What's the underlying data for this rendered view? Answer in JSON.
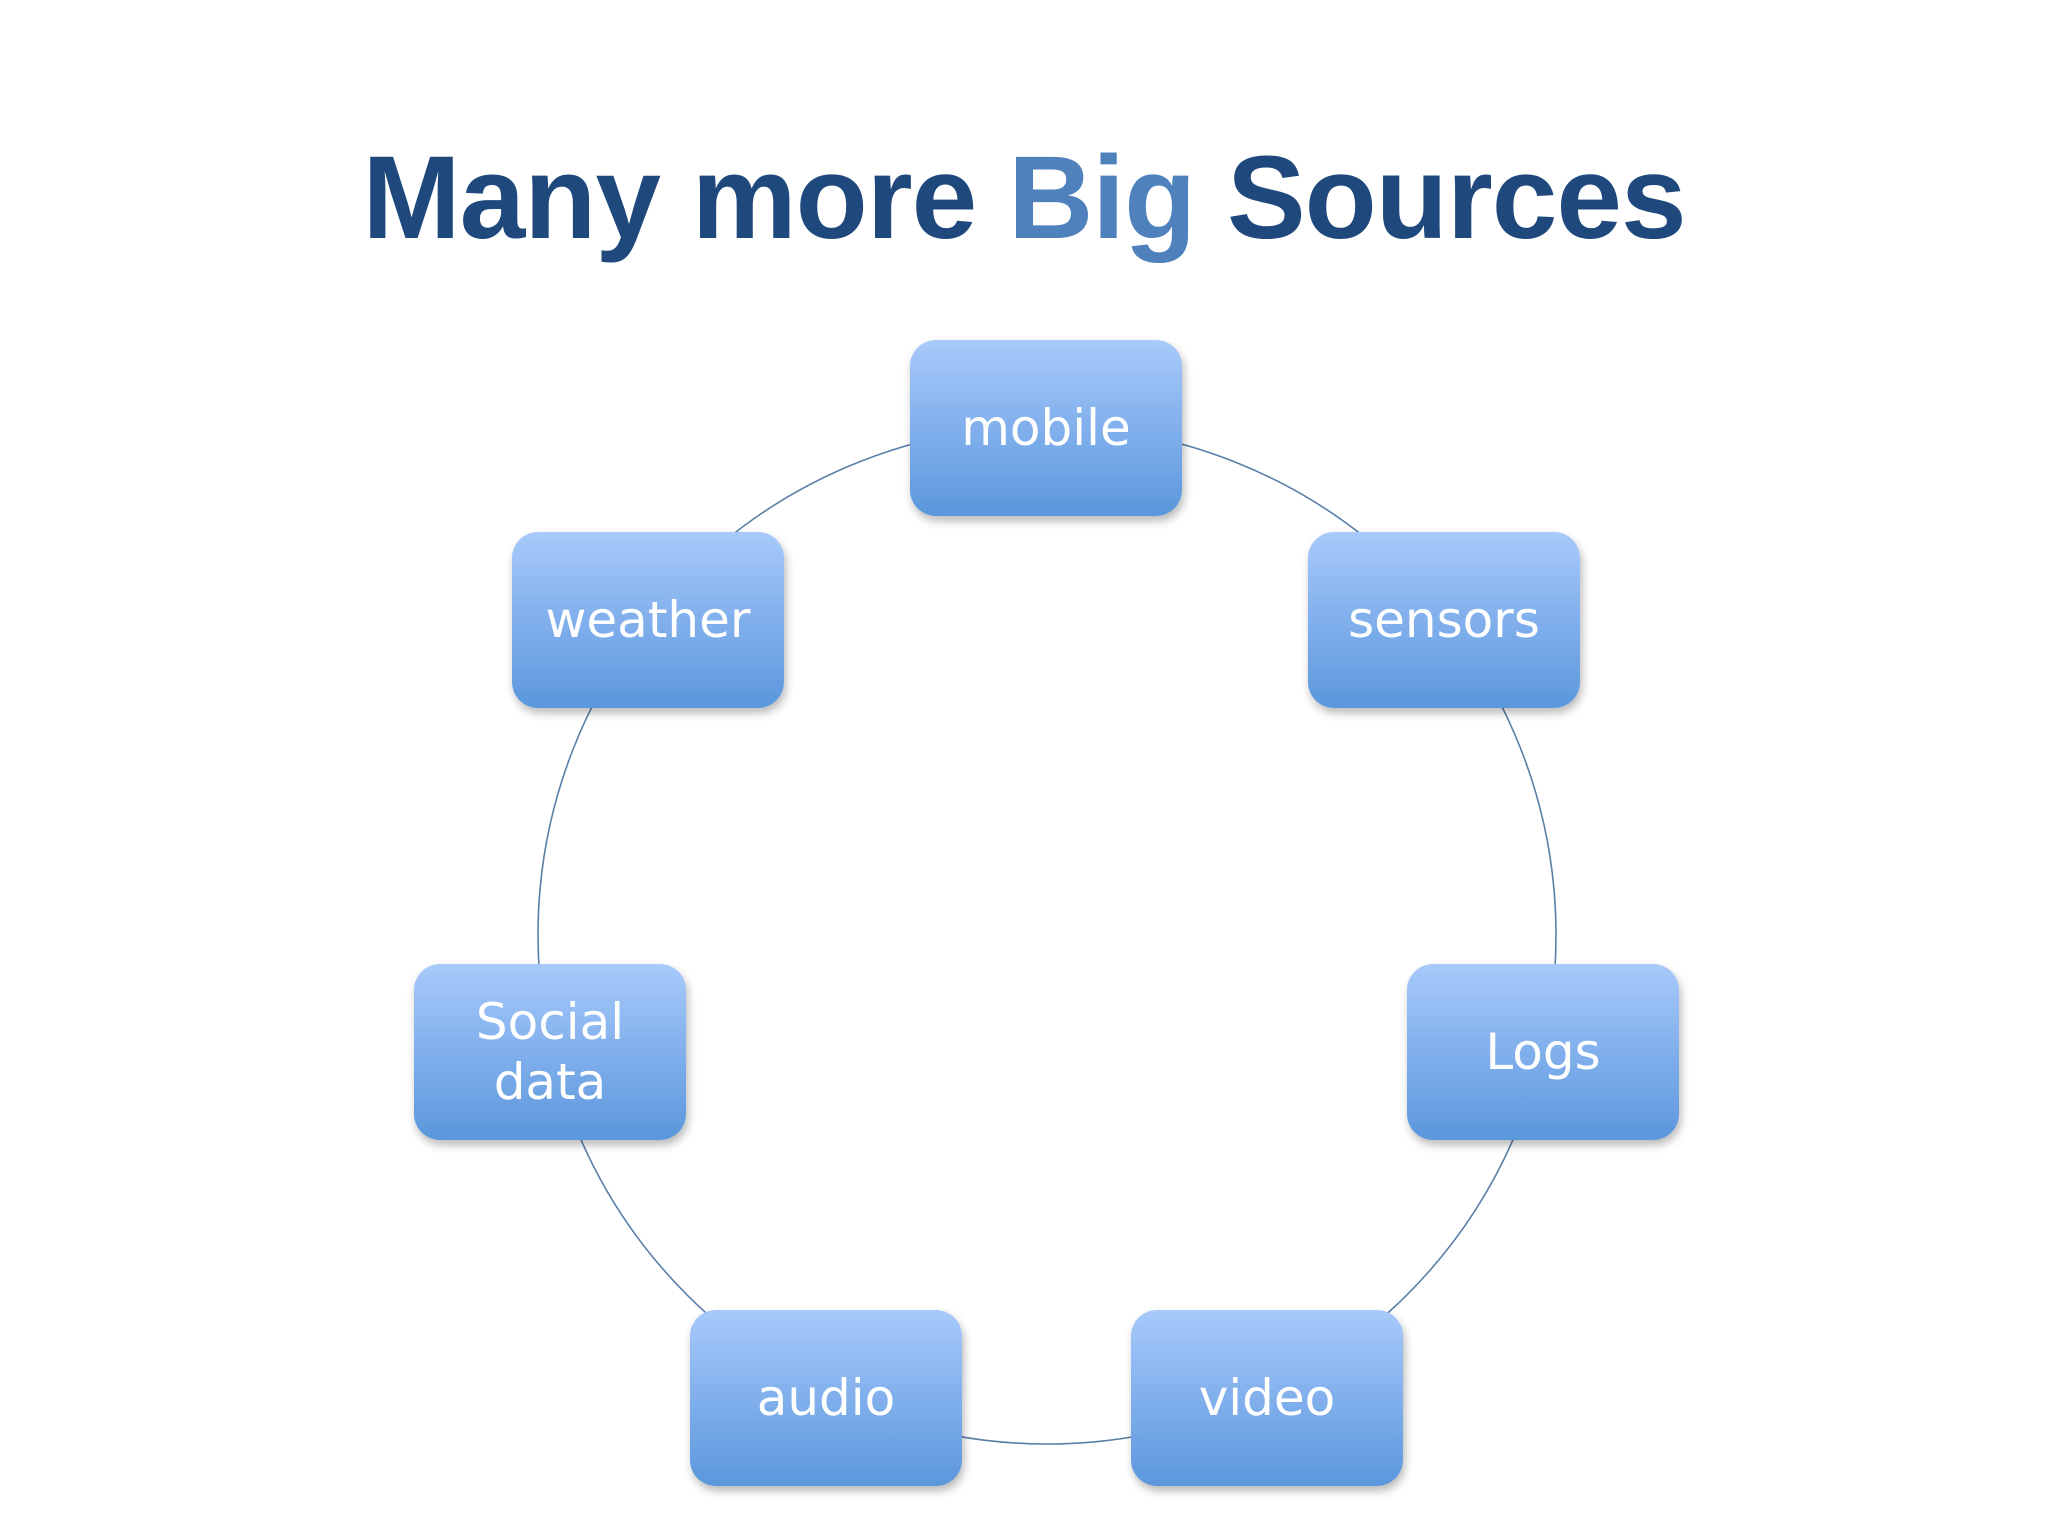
{
  "slide": {
    "title": {
      "part1": "Many more ",
      "accent": "Big",
      "part2": " Sources"
    },
    "colors": {
      "title": "#1f497d",
      "accent": "#4f81bd",
      "node_top": "#a8cafb",
      "node_bottom": "#5b97dc",
      "ring": "#5a7fa8"
    },
    "nodes": [
      {
        "label": "mobile"
      },
      {
        "label": "sensors"
      },
      {
        "label": "Logs"
      },
      {
        "label": "video"
      },
      {
        "label": "audio"
      },
      {
        "label": "Social data"
      },
      {
        "label": "weather"
      }
    ]
  }
}
